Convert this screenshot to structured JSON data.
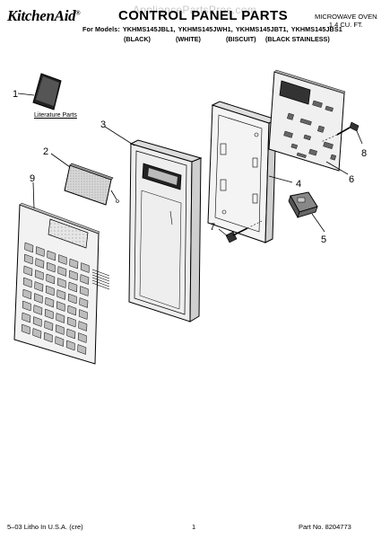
{
  "header": {
    "brand": "KitchenAid",
    "brand_mark": "®",
    "title": "CONTROL PANEL PARTS",
    "watermark": "AppliancePartsPros.com",
    "oven_type_line1": "MICROWAVE OVEN",
    "oven_type_line2": "1.4 CU. FT.",
    "models_prefix": "For Models:",
    "models": [
      "YKHMS145JBL1,",
      "YKHMS145JWH1,",
      "YKHMS145JBT1,",
      "YKHMS145JBS1"
    ],
    "colors": [
      "(BLACK)",
      "(WHITE)",
      "(BISCUIT)",
      "(BLACK STAINLESS)"
    ]
  },
  "diagram": {
    "literature_label": "Literature Parts",
    "callouts": [
      "1",
      "2",
      "3",
      "4",
      "5",
      "6",
      "7",
      "8",
      "9"
    ]
  },
  "footer": {
    "left": "5–03 Litho In U.S.A. (cre)",
    "page": "1",
    "part": "Part No. 8204773"
  }
}
